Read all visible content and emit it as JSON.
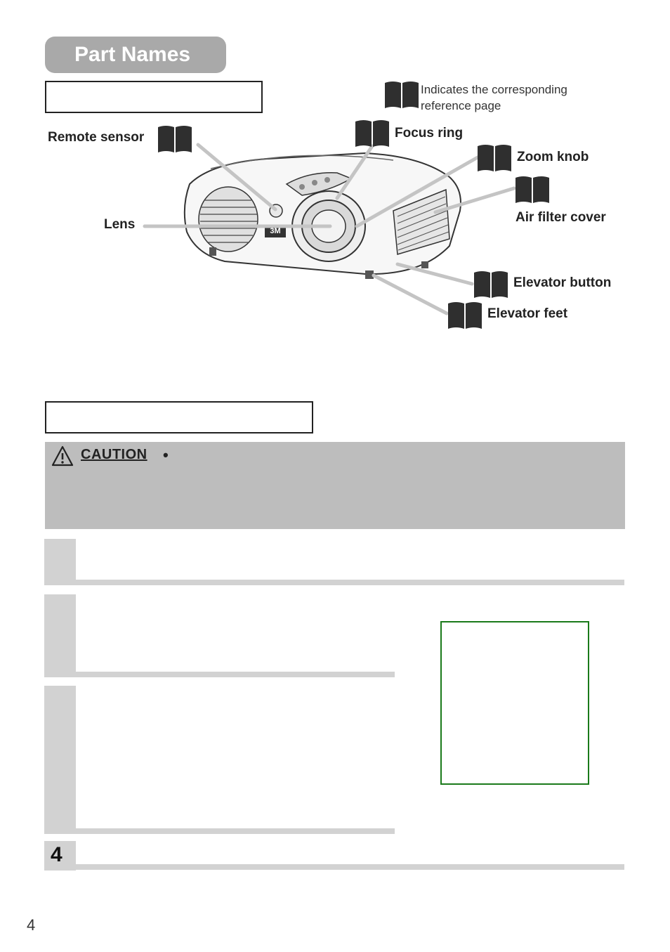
{
  "title": "Part Names",
  "legend": {
    "text_line1": "Indicates the corresponding",
    "text_line2": "reference page"
  },
  "callouts": {
    "remote_sensor": "Remote sensor",
    "focus_ring": "Focus ring",
    "zoom_knob": "Zoom knob",
    "air_filter_cover": "Air filter cover",
    "lens": "Lens",
    "elevator_button": "Elevator button",
    "elevator_feet": "Elevator feet"
  },
  "projector_logo": "3M",
  "caution": {
    "label": "CAUTION",
    "bullet": "•"
  },
  "steps": {
    "step4_number": "4"
  },
  "page_number": "4",
  "colors": {
    "title_pill": "#a9a9a9",
    "caution_panel": "#bdbdbd",
    "step_tab": "#d2d2d2",
    "green_box": "#1a7a1a",
    "book_icon": "#2f2f2f"
  }
}
